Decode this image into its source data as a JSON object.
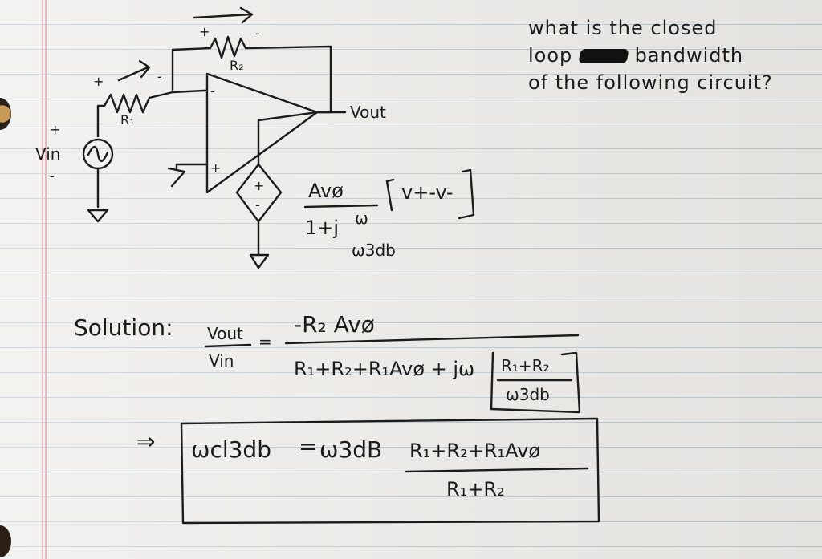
{
  "question": {
    "line1": "what is the closed",
    "line2_start": "loop",
    "line2_end": "bandwidth",
    "line3": "of the following circuit?"
  },
  "circuit": {
    "r2_label": "R₂",
    "r1_label": "R₁",
    "vout_label": "Vout",
    "vin_label": "Vin",
    "plus": "+",
    "minus": "-",
    "gain_numerator": "Avø",
    "gain_denominator_prefix": "1+j",
    "gain_omega": "ω",
    "gain_omega3db": "ω3db",
    "gain_bracket": "v+-v-"
  },
  "solution": {
    "label": "Solution:",
    "vout": "Vout",
    "vin": "Vin",
    "equals": "=",
    "numerator": "-R₂ Avø",
    "denominator": "R₁+R₂+R₁Avø + jω",
    "bracket_num": "R₁+R₂",
    "bracket_den": "ω3db"
  },
  "result": {
    "arrow": "⇒",
    "lhs": "ωcl3db",
    "equals": "=",
    "w3db": "ω3dB",
    "numerator": "R₁+R₂+R₁Avø",
    "denominator": "R₁+R₂"
  }
}
